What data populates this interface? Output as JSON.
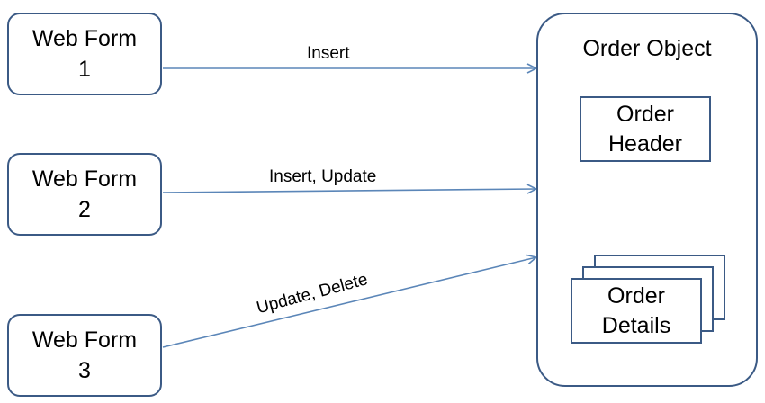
{
  "forms": [
    {
      "line1": "Web Form",
      "line2": "1"
    },
    {
      "line1": "Web Form",
      "line2": "2"
    },
    {
      "line1": "Web Form",
      "line2": "3"
    }
  ],
  "edges": [
    {
      "label": "Insert"
    },
    {
      "label": "Insert, Update"
    },
    {
      "label": "Update, Delete"
    }
  ],
  "order_object": {
    "title": "Order Object",
    "header": {
      "line1": "Order",
      "line2": "Header"
    },
    "details": {
      "line1": "Order",
      "line2": "Details"
    }
  },
  "colors": {
    "border": "#3b5a85",
    "arrow": "#5b86b8"
  }
}
